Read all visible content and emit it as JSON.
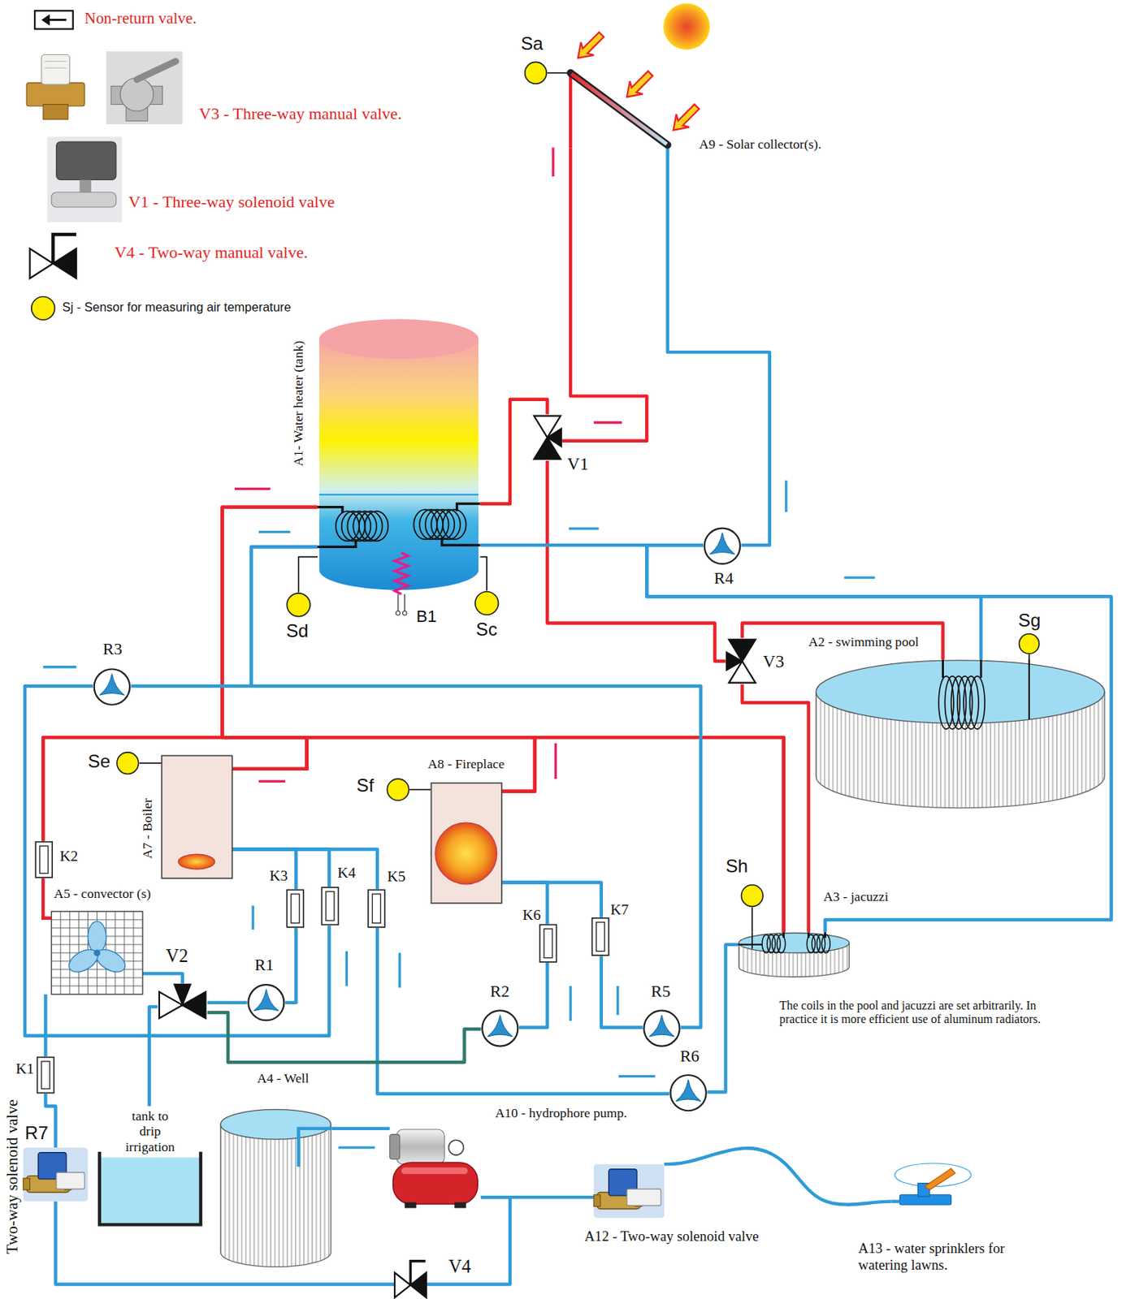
{
  "diagram": {
    "nodes": [
      {
        "text": [
          "A9 - Solar collector(s)."
        ]
      },
      {
        "text": [
          "Sa"
        ]
      },
      {
        "text": [
          "A1- Water heater (tank)"
        ]
      },
      {
        "text": [
          "B1"
        ],
        "in": 2
      },
      {
        "text": [
          "Sd"
        ]
      },
      {
        "text": [
          "Sc"
        ]
      },
      {
        "text": [
          "V1"
        ]
      },
      {
        "text": [
          "R4"
        ]
      },
      {
        "text": [
          "V3"
        ]
      },
      {
        "text": [
          "A2 - swimming pool"
        ]
      },
      {
        "text": [
          "Sg"
        ]
      },
      {
        "text": [
          "Se"
        ]
      },
      {
        "text": [
          "A7 - Boiler"
        ]
      },
      {
        "text": [
          "Sf"
        ]
      },
      {
        "text": [
          "A8 - Fireplace"
        ]
      },
      {
        "text": [
          "K2"
        ]
      },
      {
        "text": [
          "A5 - convector (s)"
        ]
      },
      {
        "text": [
          "V2"
        ]
      },
      {
        "text": [
          "R1"
        ]
      },
      {
        "text": [
          "K3"
        ]
      },
      {
        "text": [
          "K4"
        ]
      },
      {
        "text": [
          "K5"
        ]
      },
      {
        "text": [
          "K6"
        ]
      },
      {
        "text": [
          "K7"
        ]
      },
      {
        "text": [
          "R2"
        ]
      },
      {
        "text": [
          "R5"
        ]
      },
      {
        "text": [
          "R6"
        ]
      },
      {
        "text": [
          "R3"
        ]
      },
      {
        "text": [
          "Sh"
        ]
      },
      {
        "text": [
          "A3 - jacuzzi"
        ]
      },
      {
        "text": [
          "A4 - Well"
        ]
      },
      {
        "text": [
          "tank to drip irrigation"
        ]
      },
      {
        "text": [
          "K1"
        ]
      },
      {
        "text": [
          "R7",
          "Two-way solenoid valve"
        ]
      },
      {
        "text": [
          "A10 - hydrophore pump."
        ]
      },
      {
        "text": [
          "V4"
        ]
      },
      {
        "text": [
          "A12 - Two-way solenoid valve"
        ]
      },
      {
        "text": [
          "A13 - water sprinklers for watering lawns."
        ]
      }
    ],
    "edges": [
      {
        "from": 1,
        "to": 0,
        "arrow": "none"
      },
      {
        "from": 0,
        "to": 6,
        "arrow": "none"
      },
      {
        "from": 6,
        "to": 2,
        "arrow": "none"
      },
      {
        "from": 6,
        "to": 8,
        "arrow": "none"
      },
      {
        "from": 8,
        "to": 9,
        "arrow": "none"
      },
      {
        "from": 8,
        "to": 29,
        "arrow": "none"
      },
      {
        "from": 2,
        "to": 7,
        "arrow": "none"
      },
      {
        "from": 7,
        "to": 0,
        "arrow": "none"
      },
      {
        "from": 9,
        "to": 7,
        "arrow": "none"
      },
      {
        "from": 29,
        "to": 7,
        "arrow": "none"
      },
      {
        "from": 4,
        "to": 2,
        "arrow": "none"
      },
      {
        "from": 5,
        "to": 2,
        "arrow": "none"
      },
      {
        "from": 10,
        "to": 9,
        "arrow": "none"
      },
      {
        "from": 11,
        "to": 12,
        "arrow": "none"
      },
      {
        "from": 13,
        "to": 14,
        "arrow": "none"
      },
      {
        "from": 28,
        "to": 29,
        "arrow": "none"
      },
      {
        "from": 12,
        "to": 2,
        "arrow": "none"
      },
      {
        "from": 12,
        "to": 15,
        "arrow": "none"
      },
      {
        "from": 12,
        "to": 29,
        "arrow": "none"
      },
      {
        "from": 14,
        "to": 2,
        "arrow": "none"
      },
      {
        "from": 14,
        "to": 15,
        "arrow": "none"
      },
      {
        "from": 14,
        "to": 29,
        "arrow": "none"
      },
      {
        "from": 15,
        "to": 16,
        "arrow": "none"
      },
      {
        "from": 2,
        "to": 27,
        "arrow": "none"
      },
      {
        "from": 2,
        "to": 25,
        "arrow": "none"
      },
      {
        "from": 25,
        "to": 23,
        "arrow": "none"
      },
      {
        "from": 23,
        "to": 14,
        "arrow": "none"
      },
      {
        "from": 16,
        "to": 17,
        "arrow": "none"
      },
      {
        "from": 17,
        "to": 18,
        "arrow": "none"
      },
      {
        "from": 18,
        "to": 19,
        "arrow": "none"
      },
      {
        "from": 19,
        "to": 12,
        "arrow": "none"
      },
      {
        "from": 12,
        "to": 20,
        "arrow": "none"
      },
      {
        "from": 20,
        "to": 27,
        "arrow": "none"
      },
      {
        "from": 12,
        "to": 21,
        "arrow": "none"
      },
      {
        "from": 21,
        "to": 26,
        "arrow": "none"
      },
      {
        "from": 26,
        "to": 29,
        "arrow": "none"
      },
      {
        "from": 17,
        "to": 24,
        "arrow": "none"
      },
      {
        "from": 24,
        "to": 22,
        "arrow": "none"
      },
      {
        "from": 22,
        "to": 14,
        "arrow": "none"
      },
      {
        "from": 17,
        "to": 31,
        "arrow": "none"
      },
      {
        "from": 16,
        "to": 32,
        "arrow": "none"
      },
      {
        "from": 32,
        "to": 33,
        "arrow": "none"
      },
      {
        "from": 33,
        "to": 35,
        "arrow": "none"
      },
      {
        "from": 35,
        "to": 34,
        "arrow": "none"
      },
      {
        "from": 34,
        "to": 36,
        "arrow": "none"
      },
      {
        "from": 36,
        "to": 37,
        "arrow": "none"
      },
      {
        "from": 30,
        "to": 34,
        "arrow": "none"
      }
    ],
    "labels": [
      "The coils in the pool and jacuzzi are set arbitrarily. In practice it is more efficient use of aluminum radiators."
    ],
    "legend": [
      {
        "text": "Non-return valve."
      },
      {
        "text": "V3 - Three-way manual valve."
      },
      {
        "text": "V1 - Three-way solenoid valve"
      },
      {
        "text": "V4 - Two-way manual valve."
      },
      {
        "text": "Sj - Sensor for measuring air temperature"
      }
    ]
  }
}
